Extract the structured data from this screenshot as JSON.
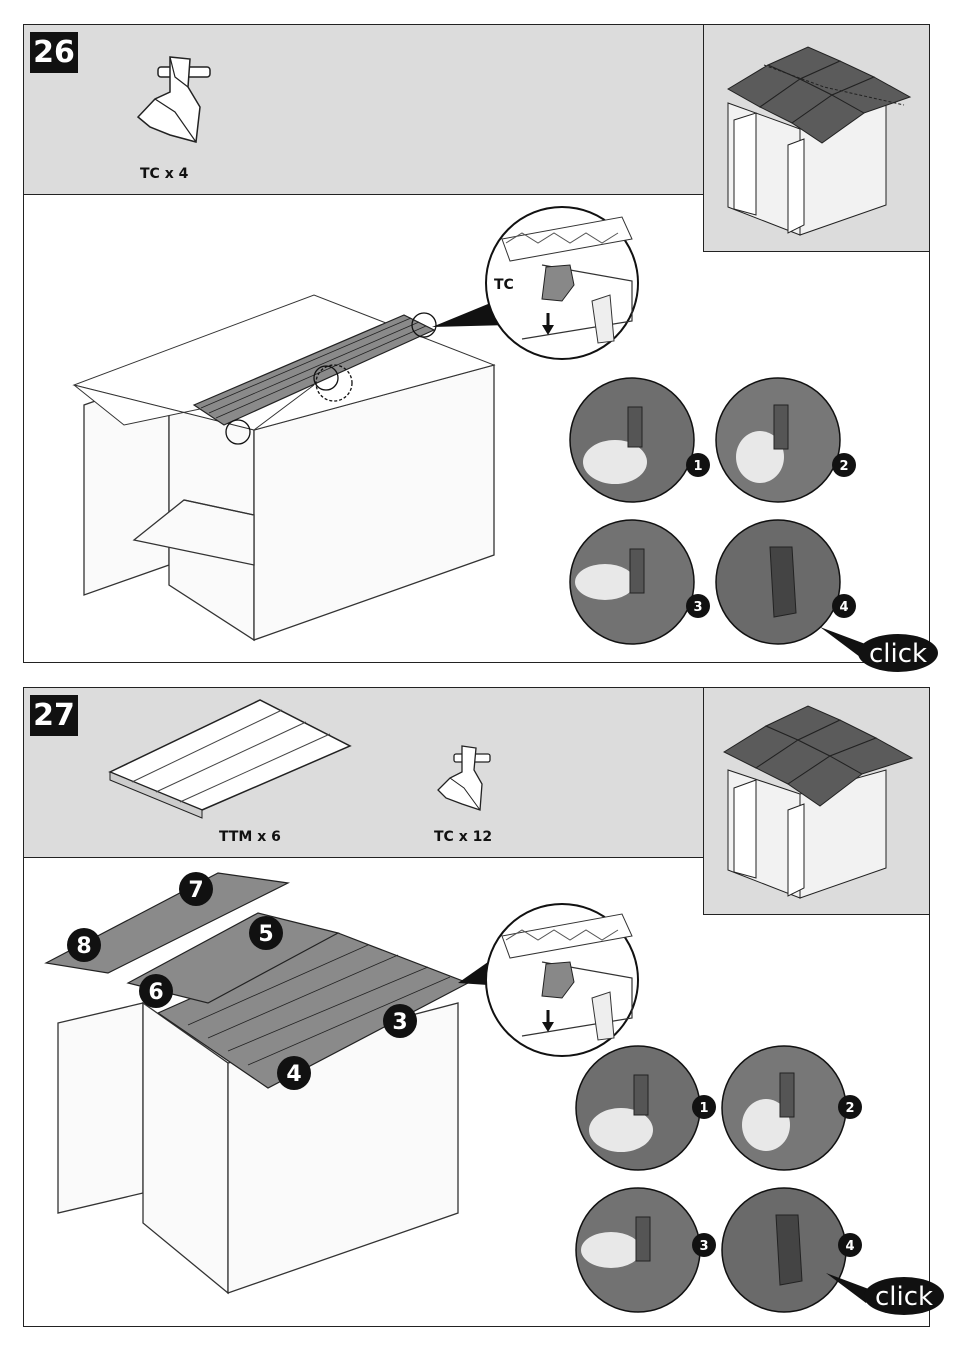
{
  "step26": {
    "number": "26",
    "parts": [
      {
        "label": "TC x 4",
        "icon": "tc-clip-icon"
      }
    ],
    "detail_label": "TC",
    "sequence": [
      "1",
      "2",
      "3",
      "4"
    ],
    "click_label": "click"
  },
  "step27": {
    "number": "27",
    "parts": [
      {
        "label": "TTM x 6",
        "icon": "roof-panel-icon"
      },
      {
        "label": "TC x 12",
        "icon": "tc-clip-icon"
      }
    ],
    "panel_order": [
      "3",
      "4",
      "5",
      "6",
      "7",
      "8"
    ],
    "sequence": [
      "1",
      "2",
      "3",
      "4"
    ],
    "click_label": "click"
  },
  "colors": {
    "panel_bg": "#dcdcdc",
    "roof_gray": "#6a6a6a",
    "badge": "#111111"
  }
}
